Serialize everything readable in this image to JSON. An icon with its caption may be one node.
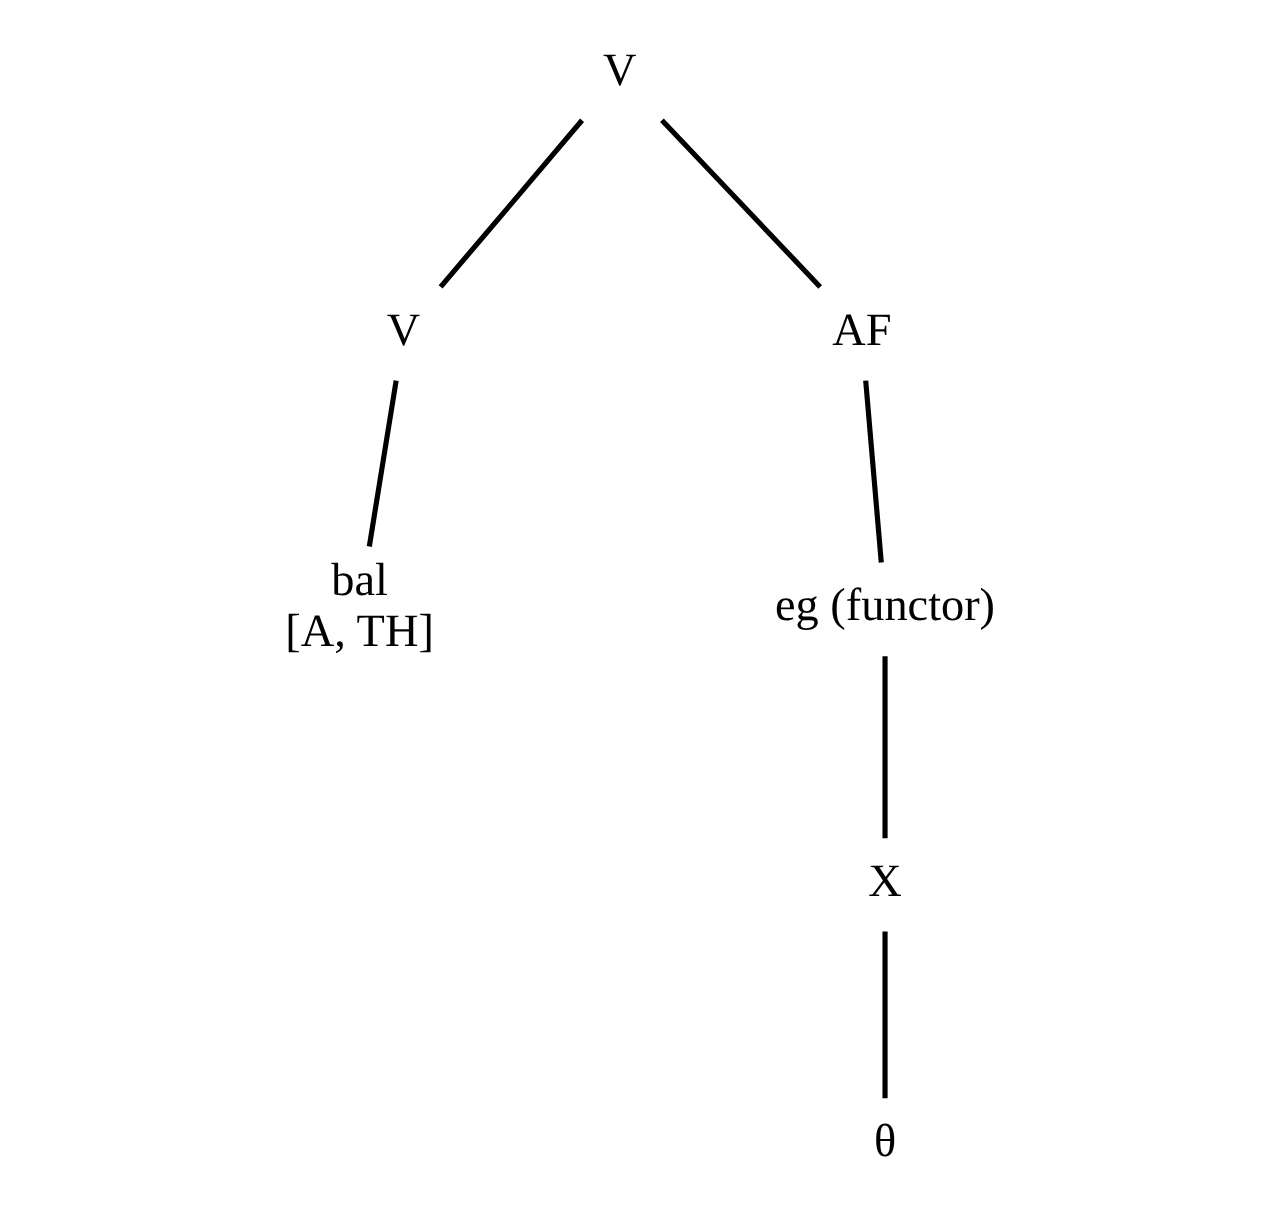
{
  "diagram": {
    "nodes": [
      {
        "text": [
          "V"
        ]
      },
      {
        "text": [
          "V"
        ]
      },
      {
        "text": [
          "AF"
        ]
      },
      {
        "text": [
          "bal"
        ],
        "beside": [
          "[A, TH]"
        ]
      },
      {
        "text": [
          "eg (functor)"
        ]
      },
      {
        "text": [
          "X"
        ]
      },
      {
        "text": [
          "θ"
        ]
      }
    ],
    "edges": [
      {
        "from": 0,
        "to": 1,
        "arrow": "none"
      },
      {
        "from": 0,
        "to": 2,
        "arrow": "none"
      },
      {
        "from": 1,
        "to": 3,
        "arrow": "none"
      },
      {
        "from": 2,
        "to": 4,
        "arrow": "none"
      },
      {
        "from": 4,
        "to": 5,
        "arrow": "none"
      },
      {
        "from": 5,
        "to": 6,
        "arrow": "none"
      }
    ]
  }
}
